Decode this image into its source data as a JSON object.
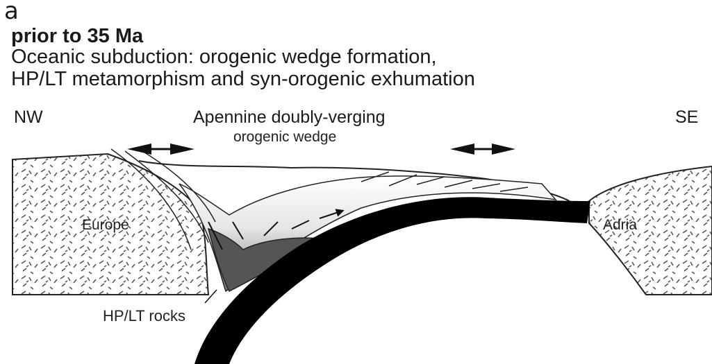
{
  "panel_letter": "a",
  "title": {
    "heading": "prior to 35 Ma",
    "line1": "Oceanic subduction: orogenic wedge formation,",
    "line2": "HP/LT metamorphism and syn-orogenic exhumation"
  },
  "directions": {
    "left": "NW",
    "right": "SE"
  },
  "wedge_label": {
    "line1": "Apennine doubly-verging",
    "line2": "orogenic wedge"
  },
  "plates": {
    "left": "Europe",
    "right": "Adria"
  },
  "rocks_label": "HP/LT rocks",
  "colors": {
    "ink": "#111111",
    "continent_hatch": "#444444",
    "slab": "#000000"
  }
}
